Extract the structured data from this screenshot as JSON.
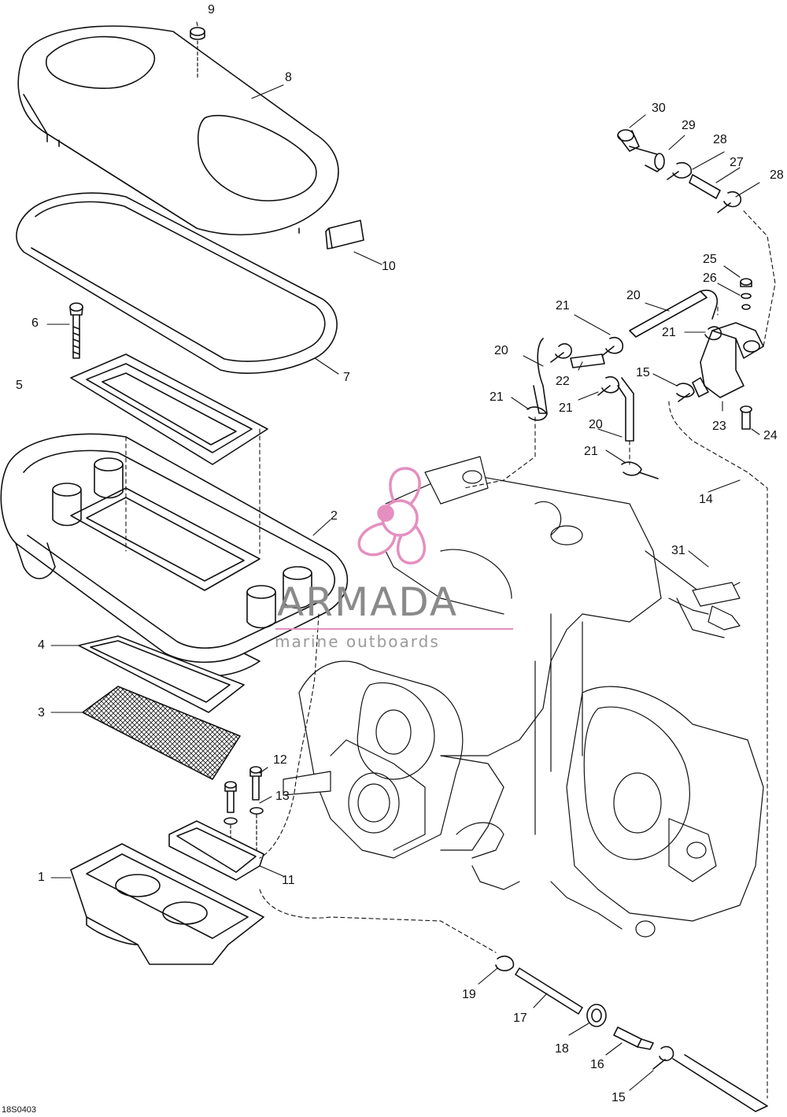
{
  "diagram": {
    "drawing_code": "18S0403",
    "watermark": {
      "title": "ARMADA",
      "subtitle": "marine outboards",
      "logo_color": "#e58fc0"
    },
    "callouts": [
      {
        "id": "c1",
        "text": "1"
      },
      {
        "id": "c2",
        "text": "2"
      },
      {
        "id": "c3",
        "text": "3"
      },
      {
        "id": "c4",
        "text": "4"
      },
      {
        "id": "c5",
        "text": "5"
      },
      {
        "id": "c6",
        "text": "6"
      },
      {
        "id": "c7",
        "text": "7"
      },
      {
        "id": "c8",
        "text": "8"
      },
      {
        "id": "c9",
        "text": "9"
      },
      {
        "id": "c10",
        "text": "10"
      },
      {
        "id": "c11",
        "text": "11"
      },
      {
        "id": "c12",
        "text": "12"
      },
      {
        "id": "c13",
        "text": "13"
      },
      {
        "id": "c14",
        "text": "14"
      },
      {
        "id": "c15a",
        "text": "15"
      },
      {
        "id": "c15b",
        "text": "15"
      },
      {
        "id": "c16",
        "text": "16"
      },
      {
        "id": "c17",
        "text": "17"
      },
      {
        "id": "c18",
        "text": "18"
      },
      {
        "id": "c19",
        "text": "19"
      },
      {
        "id": "c20a",
        "text": "20"
      },
      {
        "id": "c20b",
        "text": "20"
      },
      {
        "id": "c20c",
        "text": "20"
      },
      {
        "id": "c21a",
        "text": "21"
      },
      {
        "id": "c21b",
        "text": "21"
      },
      {
        "id": "c21c",
        "text": "21"
      },
      {
        "id": "c21d",
        "text": "21"
      },
      {
        "id": "c21e",
        "text": "21"
      },
      {
        "id": "c22",
        "text": "22"
      },
      {
        "id": "c23",
        "text": "23"
      },
      {
        "id": "c24",
        "text": "24"
      },
      {
        "id": "c25",
        "text": "25"
      },
      {
        "id": "c26",
        "text": "26"
      },
      {
        "id": "c27",
        "text": "27"
      },
      {
        "id": "c28a",
        "text": "28"
      },
      {
        "id": "c28b",
        "text": "28"
      },
      {
        "id": "c29",
        "text": "29"
      },
      {
        "id": "c30",
        "text": "30"
      },
      {
        "id": "c31",
        "text": "31"
      }
    ]
  }
}
